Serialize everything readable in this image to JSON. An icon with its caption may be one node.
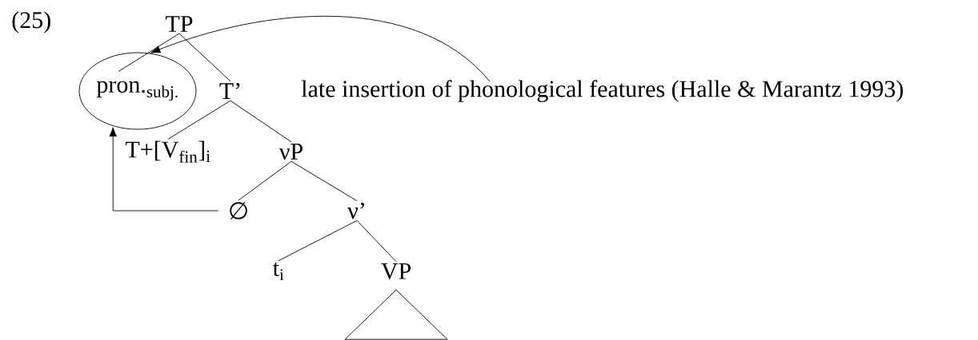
{
  "diagram": {
    "nodes": [
      {
        "text": [
          "TP"
        ]
      },
      {
        "text": [
          "pron.$_{subj.}$"
        ]
      },
      {
        "text": [
          "T’"
        ]
      },
      {
        "text": [
          "T+[V$_{fin}$]$_{i}$"
        ]
      },
      {
        "text": [
          "νP"
        ]
      },
      {
        "text": [
          "∅"
        ]
      },
      {
        "text": [
          "ν’"
        ]
      },
      {
        "text": [
          "t$_{i}$"
        ]
      },
      {
        "text": [
          "VP"
        ]
      },
      {
        "text": [],
        "shape": "triangle"
      },
      {
        "text": [
          "late insertion of phonological features (Halle & Marantz 1993)"
        ]
      }
    ],
    "edges": [
      {
        "from": 0,
        "to": 1,
        "arrow": "none"
      },
      {
        "from": 0,
        "to": 2,
        "arrow": "none"
      },
      {
        "from": 2,
        "to": 3,
        "arrow": "none"
      },
      {
        "from": 2,
        "to": 4,
        "arrow": "none"
      },
      {
        "from": 4,
        "to": 5,
        "arrow": "none"
      },
      {
        "from": 4,
        "to": 6,
        "arrow": "none"
      },
      {
        "from": 6,
        "to": 7,
        "arrow": "none"
      },
      {
        "from": 6,
        "to": 8,
        "arrow": "none"
      },
      {
        "from": 5,
        "to": 1,
        "arrow": "to"
      },
      {
        "from": 10,
        "to": 1,
        "arrow": "to"
      }
    ],
    "labels": [
      "(25)"
    ]
  }
}
